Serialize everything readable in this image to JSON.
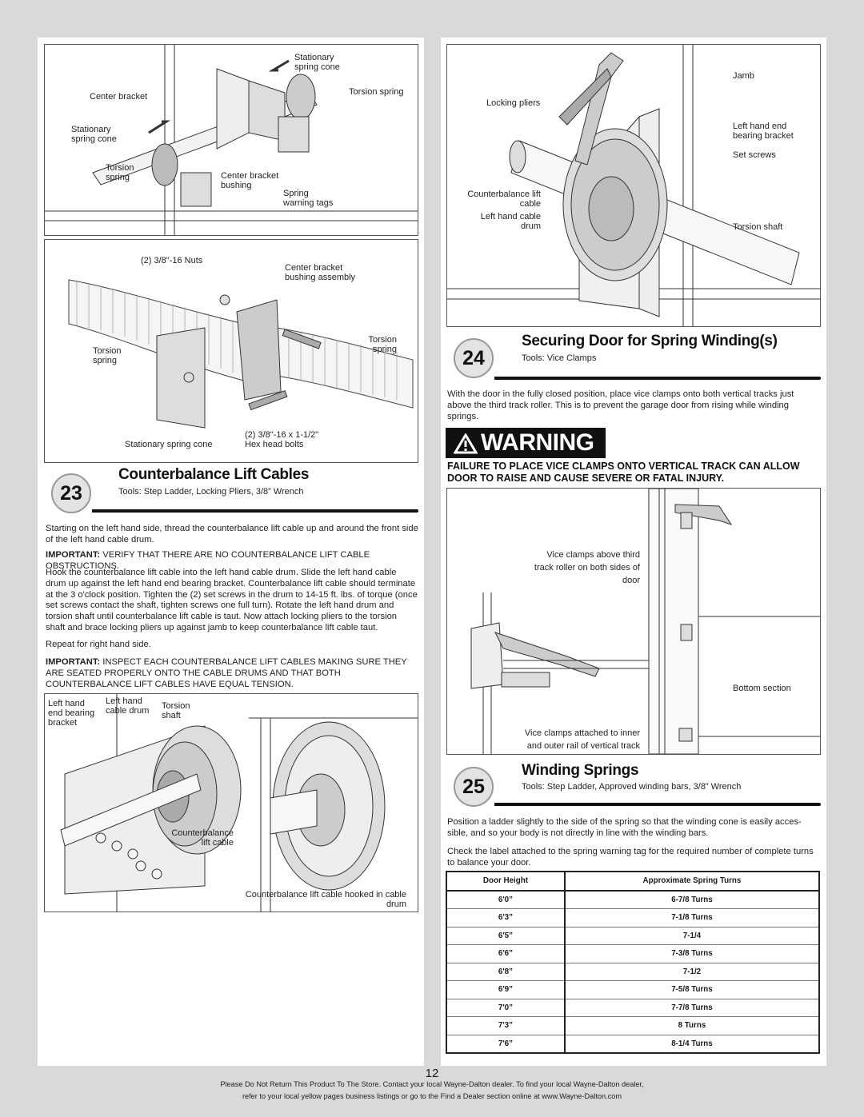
{
  "fig_top_left": {
    "labels": {
      "stationary_cone_top": "Stationary\nspring cone",
      "center_bracket": "Center bracket",
      "torsion_spring_right": "Torsion spring",
      "stationary_cone_left": "Stationary\nspring cone",
      "torsion_spring_left": "Torsion\nspring",
      "center_bracket_bushing": "Center bracket\nbushing",
      "spring_warning_tags": "Spring\nwarning tags"
    }
  },
  "fig_mid_left": {
    "labels": {
      "nuts": "(2) 3/8\"-16 Nuts",
      "bushing_assembly": "Center bracket\nbushing assembly",
      "torsion_spring_left": "Torsion\nspring",
      "torsion_spring_right": "Torsion\nspring",
      "stationary_spring_cone": "Stationary spring cone",
      "hex_bolts": "(2) 3/8\"-16 x 1-1/2\"\nHex head bolts"
    }
  },
  "section23": {
    "number": "23",
    "title": "Counterbalance Lift Cables",
    "tools": "Tools: Step Ladder, Locking Pliers, 3/8” Wrench",
    "para1": "Starting on the left hand side, thread the counterbalance lift cable up and around the front side of the left hand cable drum.",
    "important1_label": "IMPORTANT:",
    "important1_text": " VERIFY THAT THERE ARE NO COUNTERBALANCE LIFT CABLE OBSTRUCTIONS.",
    "para2": "Hook the counterbalance lift cable into the left hand cable drum. Slide the left hand cable drum up against the left hand end bearing bracket. Counterbalance lift cable should terminate at the 3 o'clock position. Tighten the (2) set screws in the drum to 14-15 ft. lbs. of torque (once set screws contact the shaft, tighten screws one full turn). Rotate the left hand drum and torsion shaft until counterbalance lift cable is taut. Now attach locking pliers to the torsion shaft and brace locking pliers up against jamb to keep counterbalance lift cable taut.",
    "para3": "Repeat for right hand side.",
    "important2_label": "IMPORTANT:",
    "important2_text": " INSPECT EACH COUNTERBALANCE LIFT CABLES MAKING SURE THEY ARE SEATED PROPERLY ONTO THE CABLE DRUMS AND THAT BOTH COUNTERBALANCE LIFT CABLES HAVE EQUAL TENSION."
  },
  "fig_bottom_left": {
    "labels": {
      "left_hand_end_bearing": "Left hand\nend bearing\nbracket",
      "left_hand_cable_drum": "Left hand\ncable drum",
      "torsion_shaft": "Torsion\nshaft",
      "counterbalance_lift_cable": "Counterbalance\nlift cable",
      "hooked_in_drum": "Counterbalance lift cable hooked in cable\ndrum"
    }
  },
  "fig_top_right": {
    "labels": {
      "jamb": "Jamb",
      "locking_pliers": "Locking pliers",
      "left_hand_end_bearing_bracket": "Left hand end\nbearing bracket",
      "set_screws": "Set screws",
      "counterbalance_lift_cable": "Counterbalance lift\ncable",
      "left_hand_cable_drum": "Left hand cable\ndrum",
      "torsion_shaft": "Torsion shaft"
    }
  },
  "section24": {
    "number": "24",
    "title": "Securing Door for Spring Winding(s)",
    "tools": "Tools: Vice Clamps",
    "para1": "With the door in the fully closed position, place vice clamps onto both vertical tracks just above the third track roller. This is to prevent the garage door from rising while winding springs."
  },
  "warning": {
    "label": "WARNING",
    "text": "FAILURE TO PLACE VICE CLAMPS ONTO VERTICAL TRACK CAN ALLOW DOOR TO RAISE AND CAUSE SEVERE OR FATAL INJURY."
  },
  "fig_mid_right": {
    "labels": {
      "vice_above_third": "Vice clamps above third\ntrack roller on both sides of\ndoor",
      "bottom_section": "Bottom section",
      "vice_attached": "Vice clamps attached to inner\nand outer rail of vertical track"
    }
  },
  "section25": {
    "number": "25",
    "title": "Winding Springs",
    "tools": "Tools: Step Ladder, Approved winding bars, 3/8” Wrench",
    "para1": "Position a ladder slightly to the side of the spring so that the winding cone is easily acces-sible, and so your body is not directly in line with the winding bars.",
    "para2": "Check the label attached to the spring warning tag for the required number of complete turns to balance your door."
  },
  "turns_table": {
    "headers": [
      "Door Height",
      "Approximate Spring Turns"
    ],
    "rows": [
      [
        "6'0”",
        "6-7/8 Turns"
      ],
      [
        "6'3”",
        "7-1/8 Turns"
      ],
      [
        "6'5”",
        "7-1/4"
      ],
      [
        "6'6”",
        "7-3/8 Turns"
      ],
      [
        "6'8”",
        "7-1/2"
      ],
      [
        "6'9”",
        "7-5/8 Turns"
      ],
      [
        "7'0”",
        "7-7/8 Turns"
      ],
      [
        "7'3”",
        "8 Turns"
      ],
      [
        "7'6”",
        "8-1/4 Turns"
      ]
    ]
  },
  "page_number": "12",
  "footer": {
    "line1": "Please Do Not Return This Product To The Store. Contact your local Wayne-Dalton dealer. To find your local Wayne-Dalton dealer,",
    "line2": "refer to your local yellow pages business listings or go to the Find a Dealer section online at www.Wayne-Dalton.com"
  }
}
